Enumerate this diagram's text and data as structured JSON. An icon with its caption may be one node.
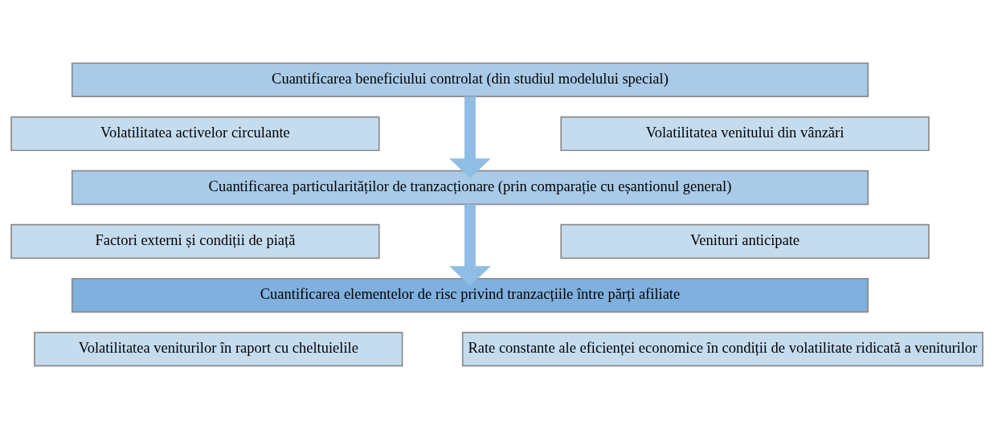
{
  "diagram": {
    "nodes": [
      {
        "text": [
          "Cuantificarea beneficiului controlat (din studiul modelului special)"
        ]
      },
      {
        "text": [
          "Volatilitatea activelor circulante"
        ]
      },
      {
        "text": [
          "Volatilitatea venitului din vânzări"
        ]
      },
      {
        "text": [
          "Cuantificarea particularităților de tranzacționare (prin comparație cu eșantionul general)"
        ]
      },
      {
        "text": [
          "Factori externi și condiții de piață"
        ]
      },
      {
        "text": [
          "Venituri anticipate"
        ]
      },
      {
        "text": [
          "Cuantificarea elementelor de risc privind tranzacțiile între părți afiliate"
        ]
      },
      {
        "text": [
          "Volatilitatea veniturilor în raport cu cheltuielile"
        ]
      },
      {
        "text": [
          "Rate constante ale eficienței economice în condiții de volatilitate ridicată a veniturilor"
        ]
      }
    ],
    "edges": [
      {
        "from": 0,
        "to": 3,
        "arrow": "to"
      },
      {
        "from": 3,
        "to": 6,
        "arrow": "to"
      }
    ]
  }
}
